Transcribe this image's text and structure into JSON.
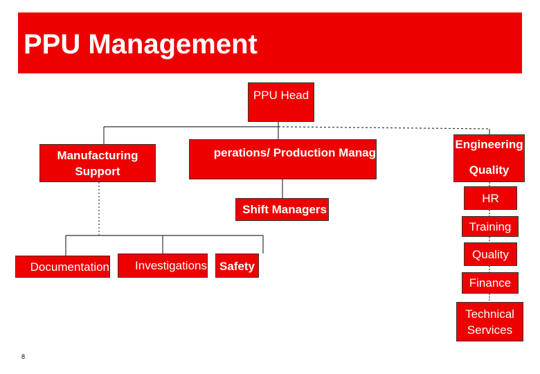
{
  "slide": {
    "title": "PPU Management",
    "page_number": "8"
  },
  "nodes": {
    "head": "PPU Head",
    "manufacturing_support_line1": "Manufacturing",
    "manufacturing_support_line2": "Support",
    "operations": "perations/ Production Manag",
    "shift_managers": "Shift Managers",
    "documentation": "Documentation",
    "investigations": "Investigations",
    "safety": "Safety",
    "engineering": "Engineering",
    "quality_1": "Quality",
    "hr": "HR",
    "training": "Training",
    "quality_2": "Quality",
    "finance": "Finance",
    "technical_services_line1": "Technical",
    "technical_services_line2": "Services"
  },
  "colors": {
    "box_fill": "#ee0000",
    "box_text": "#ffffff",
    "connector": "#333333"
  }
}
